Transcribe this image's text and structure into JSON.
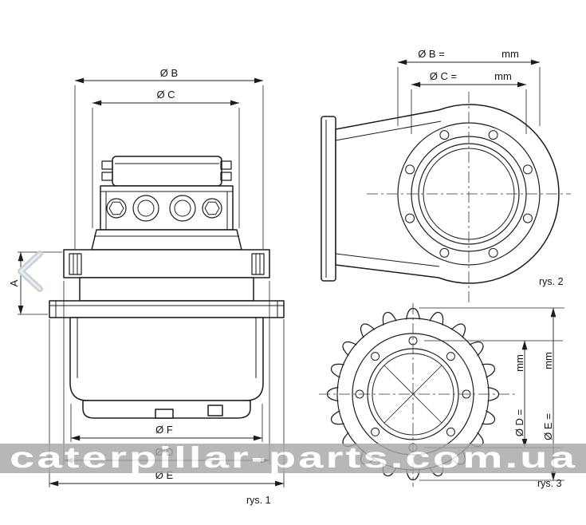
{
  "figures": {
    "fig1": {
      "caption": "rys. 1",
      "dim_b": "Ø B",
      "dim_c": "Ø C",
      "dim_a": "A",
      "dim_f": "Ø F",
      "dim_d": "Ø D",
      "dim_e": "Ø E"
    },
    "fig2": {
      "caption": "rys. 2",
      "dim_b_label": "Ø B =",
      "dim_b_unit": "mm",
      "dim_c_label": "Ø C =",
      "dim_c_unit": "mm"
    },
    "fig3": {
      "caption": "rys. 3",
      "dim_d_label": "Ø D =",
      "dim_d_unit": "mm",
      "dim_e_label": "Ø E =",
      "dim_e_unit": "mm"
    }
  },
  "watermark": {
    "text": "caterpillar-parts.com.ua"
  },
  "colors": {
    "line": "#1c1c1c",
    "watermark_band": "#a8a8a8",
    "watermark_text": "#ffffff"
  }
}
